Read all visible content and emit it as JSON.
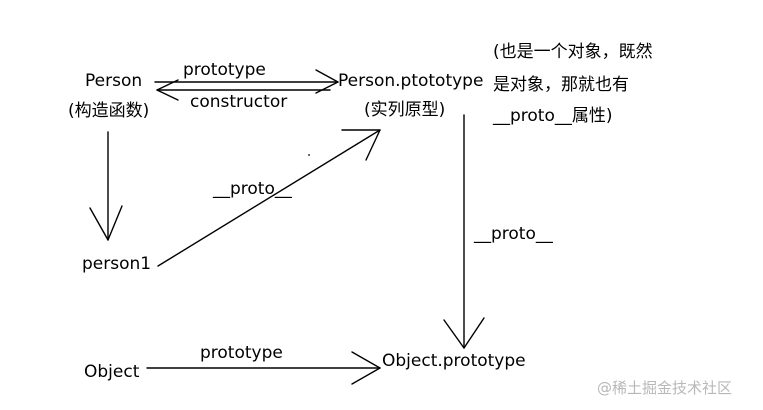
{
  "nodes": {
    "person": "Person",
    "person_sub": "(构造函数)",
    "person_prototype": "Person.ptototype",
    "person_prototype_sub": "(实列原型)",
    "person1": "person1",
    "object": "Object",
    "object_prototype": "Object.prototype"
  },
  "note": {
    "line1": "(也是一个对象，既然",
    "line2": "是对象，那就也有",
    "line3": "__proto__属性)"
  },
  "edges": {
    "prototype_top": "prototype",
    "constructor": "constructor",
    "proto_person1": "__proto__",
    "proto_vertical": "__proto__",
    "prototype_bottom": "prototype"
  },
  "watermark": "@稀土掘金技术社区"
}
